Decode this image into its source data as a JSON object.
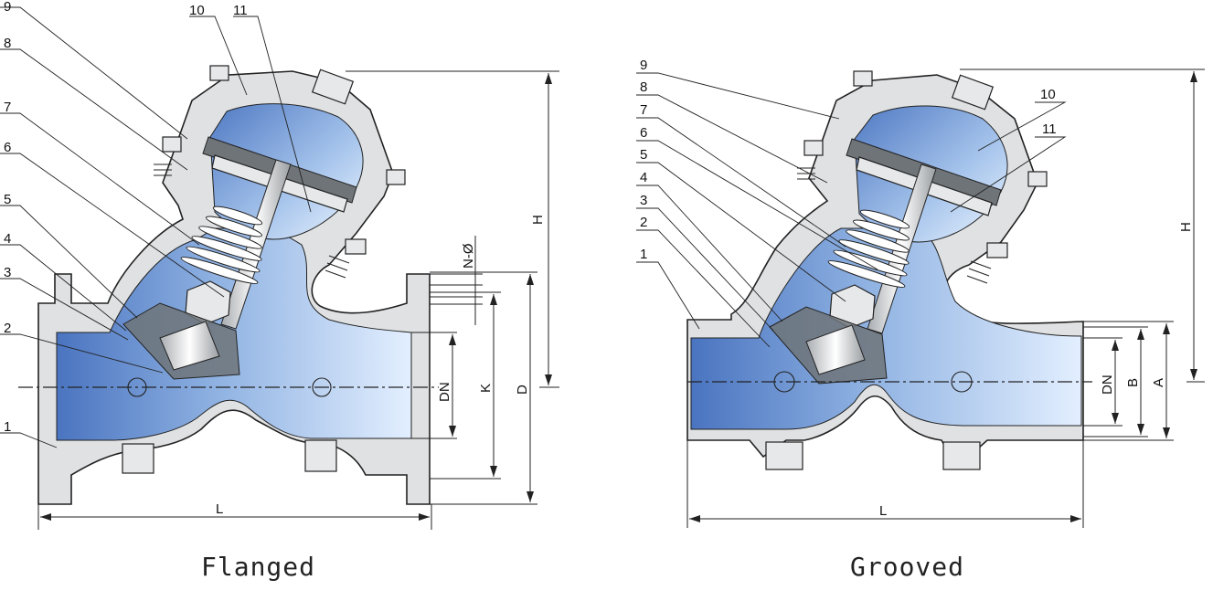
{
  "flanged": {
    "caption": "Flanged",
    "part_numbers": [
      "9",
      "8",
      "7",
      "6",
      "5",
      "4",
      "3",
      "2",
      "1",
      "10",
      "11"
    ],
    "dimensions": {
      "H": "H",
      "N": "N-Ø",
      "DN": "DN",
      "K": "K",
      "D": "D",
      "L": "L"
    }
  },
  "grooved": {
    "caption": "Grooved",
    "part_numbers": [
      "9",
      "8",
      "7",
      "6",
      "5",
      "4",
      "3",
      "2",
      "1",
      "10",
      "11"
    ],
    "dimensions": {
      "H": "H",
      "DN": "DN",
      "B": "B",
      "A": "A",
      "L": "L"
    }
  },
  "colors": {
    "fluid": "#8fb3e0",
    "fluid_dark": "#4d78c2",
    "body": "#dfe1e3",
    "outline": "#222222"
  }
}
